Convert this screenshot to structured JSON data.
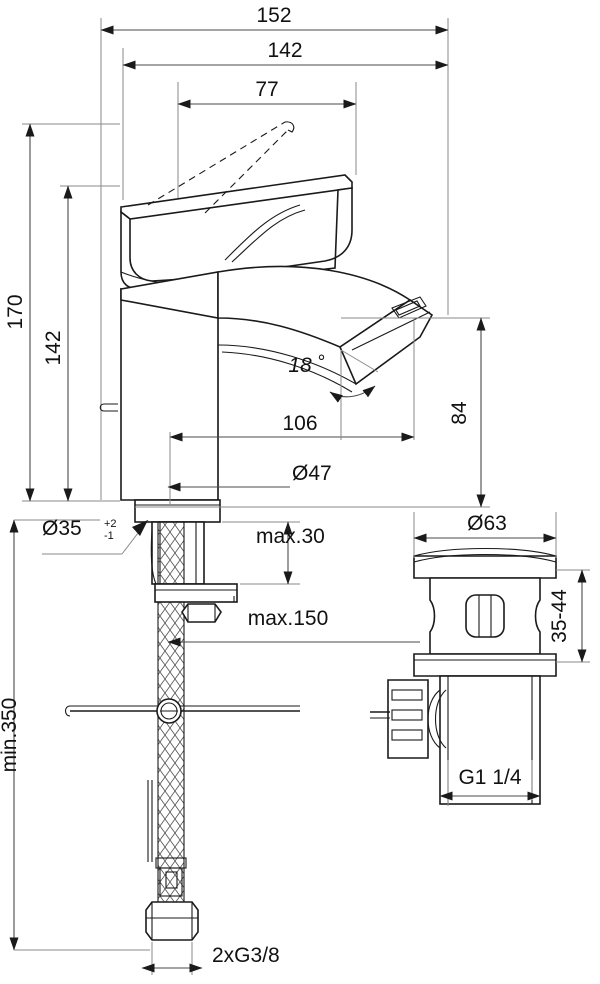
{
  "drawing": {
    "type": "technical-dimension-drawing",
    "subject": "single-lever basin mixer tap with pop-up waste",
    "units": "mm",
    "background_color": "#ffffff",
    "line_color": "#1a1a1a",
    "dimension_color": "#4a4a4a"
  },
  "dimensions": {
    "overall_width_152": "152",
    "spout_reach_total_142": "142",
    "lever_clearance_77": "77",
    "overall_height_170": "170",
    "body_height_142": "142",
    "spout_projection_106": "106",
    "body_diameter_47": "Ø47",
    "spout_outlet_height_84": "84",
    "spout_angle_18": "18",
    "spout_angle_unit": "°",
    "mounting_hole_35": "Ø35",
    "mounting_hole_tol_plus": "+2",
    "mounting_hole_tol_minus": "-1",
    "basin_thickness_max_30": "max.30",
    "hose_thread_reach_max_150": "max.150",
    "hose_length_min_350": "min.350",
    "supply_connection_threads": "2xG3/8",
    "waste_flange_diameter_63": "Ø63",
    "waste_height_range_35_44": "35-44",
    "waste_outlet_thread": "G1  1/4"
  }
}
